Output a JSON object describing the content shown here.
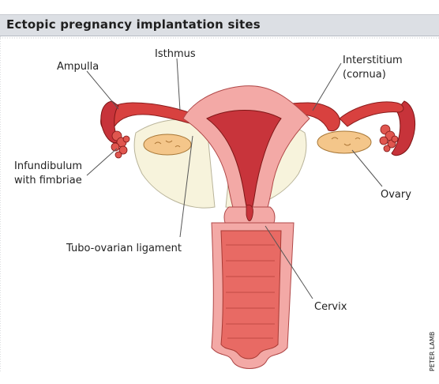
{
  "title": "Ectopic pregnancy implantation sites",
  "labels": {
    "ampulla": "Ampulla",
    "isthmus": "Isthmus",
    "interstitium_line1": "Interstitium",
    "interstitium_line2": "(cornua)",
    "infundibulum_line1": "Infundibulum",
    "infundibulum_line2": "with fimbriae",
    "ovary": "Ovary",
    "tubo_ovarian": "Tubo-ovarian ligament",
    "cervix": "Cervix"
  },
  "credit": "PETER LAMB",
  "colors": {
    "header_bg": "#dcdfe4",
    "tissue_dark": "#c8343b",
    "tissue_mid": "#e86a64",
    "tissue_light": "#f3a9a6",
    "ovary": "#f4c68a",
    "ligament": "#f7f3dc"
  }
}
